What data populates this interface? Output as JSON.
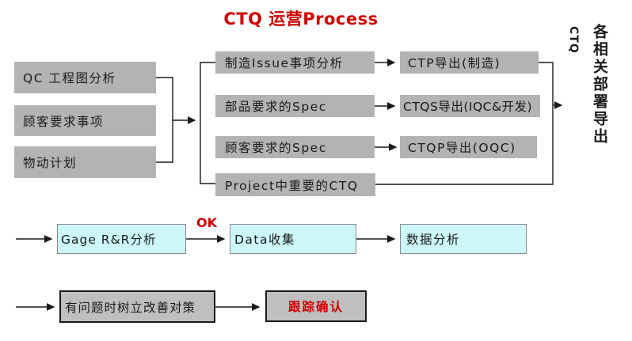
{
  "title": "CTQ 运营Process",
  "palette": {
    "accent_red": "#cc0000",
    "gray_box": "#b3b3b3",
    "cyan_box": "#ccf6f7",
    "bordered_gray_box": "#bfbfbf",
    "line_color": "#1a1a1a"
  },
  "stage1": {
    "inputs": [
      {
        "label": "QC 工程图分析"
      },
      {
        "label": "顾客要求事项"
      },
      {
        "label": "物动计划"
      }
    ],
    "analyses": [
      {
        "label": "制造Issue事项分析"
      },
      {
        "label": "部品要求的Spec"
      },
      {
        "label": "顾客要求的Spec"
      },
      {
        "label": "Project中重要的CTQ"
      }
    ],
    "outputs": [
      {
        "label": "CTP导出(制造)"
      },
      {
        "label": "CTQS导出(IQC&开发)"
      },
      {
        "label": "CTQP导出(OQC)"
      }
    ],
    "side_label": {
      "latin": "CTQ",
      "cjk": "各相关部署导出"
    }
  },
  "stage2": {
    "ok_label": "OK",
    "boxes": [
      {
        "label": "Gage R&R分析"
      },
      {
        "label": "Data收集"
      },
      {
        "label": "数据分析"
      }
    ]
  },
  "stage3": {
    "boxes": [
      {
        "label": "有问题时树立改善对策"
      },
      {
        "label": "跟踪确认"
      }
    ]
  }
}
